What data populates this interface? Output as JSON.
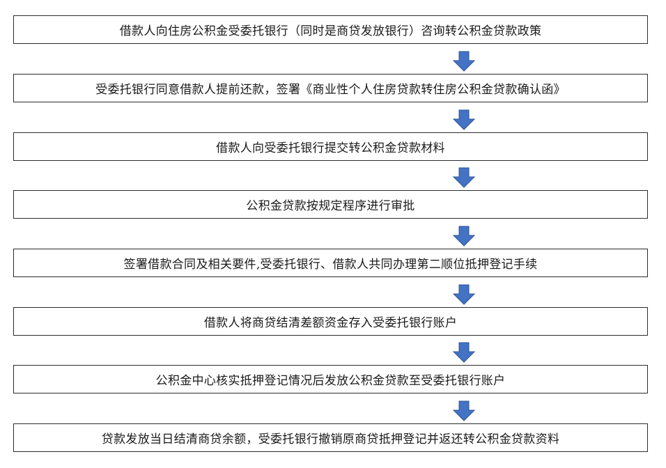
{
  "colors": {
    "arrow_fill": "#4472C4",
    "arrow_stroke": "#2F5597",
    "box_border": "#2b2b2b",
    "text": "#1a1a1a"
  },
  "steps": [
    {
      "label": "借款人向住房公积金受委托银行（同时是商贷发放银行）咨询转公积金贷款政策"
    },
    {
      "label": "受委托银行同意借款人提前还款，签署《商业性个人住房贷款转住房公积金贷款确认函》"
    },
    {
      "label": "借款人向受委托银行提交转公积金贷款材料"
    },
    {
      "label": "公积金贷款按规定程序进行审批"
    },
    {
      "label": "签署借款合同及相关要件,受委托银行、借款人共同办理第二顺位抵押登记手续"
    },
    {
      "label": "借款人将商贷结清差额资金存入受委托银行账户"
    },
    {
      "label": "公积金中心核实抵押登记情况后发放公积金贷款至受委托银行账户"
    },
    {
      "label": "贷款发放当日结清商贷余额，受委托银行撤销原商贷抵押登记并返还转公积金贷款资料"
    }
  ]
}
